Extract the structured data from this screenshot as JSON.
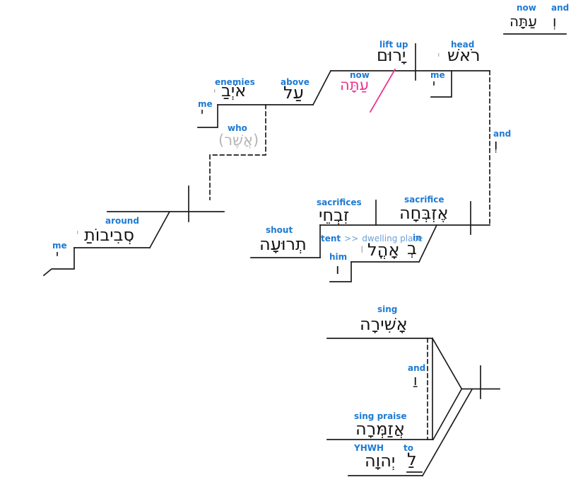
{
  "colors": {
    "label-blue": "#1e7ad4",
    "alt-blue": "#6aa0d8",
    "pink": "#e8368f",
    "trace-gray": "#b5b5b5",
    "hebrew-black": "#141414",
    "line-black": "#1d1d1d"
  },
  "nodes": {
    "fragment_and": {
      "gloss": "and",
      "word": "וְ"
    },
    "fragment_now": {
      "gloss": "now",
      "word": "עַתָּה"
    },
    "lift_up": {
      "gloss": "lift up",
      "word": "יָרוּם"
    },
    "head": {
      "gloss": "head",
      "word": "רֹאשׁ",
      "trace": "י"
    },
    "head_me": {
      "gloss": "me",
      "word": "י"
    },
    "now_adv": {
      "gloss": "now",
      "word": "עַתָּה"
    },
    "above": {
      "gloss": "above",
      "word": "עַל"
    },
    "enemies": {
      "gloss": "enemies",
      "word": "אֹיְבַ",
      "trace": "י"
    },
    "enemies_me": {
      "gloss": "me",
      "word": "י"
    },
    "who": {
      "gloss": "who",
      "word": "(אֲשֶׁר)"
    },
    "and_clause2": {
      "gloss": "and",
      "word": "וְ"
    },
    "around": {
      "gloss": "around",
      "word": "סְבִיבוֹתַ",
      "trace": "י"
    },
    "around_me": {
      "gloss": "me",
      "word": "י"
    },
    "sacrifices": {
      "gloss": "sacrifices",
      "word": "זִבְחֵי"
    },
    "sacrifice_verb": {
      "gloss": "sacrifice",
      "word": "אֶזְבְּחָה"
    },
    "shout": {
      "gloss": "shout",
      "word": "תְרוּעָה"
    },
    "tent": {
      "gloss": "tent",
      "arrow": ">>",
      "gloss_alt": "dwelling place",
      "word": "אָהֳל",
      "trace": "ו"
    },
    "tent_him": {
      "gloss": "him",
      "word": "ו"
    },
    "in_prep": {
      "gloss": "in",
      "word": "בְ"
    },
    "sing": {
      "gloss": "sing",
      "word": "אָשִׁירָה"
    },
    "and_sing": {
      "gloss": "and",
      "word": "וַ"
    },
    "sing_praise": {
      "gloss": "sing praise",
      "word": "אֲזַמְּרָה"
    },
    "yhwh": {
      "gloss": "YHWH",
      "word": "יְהוָה"
    },
    "to_prep": {
      "gloss": "to",
      "word": "לַ"
    }
  }
}
